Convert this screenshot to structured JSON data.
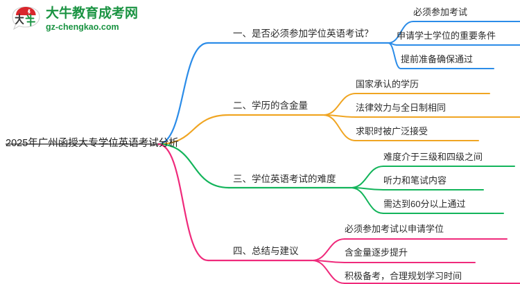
{
  "logo": {
    "mark_text": "大牛",
    "name_cn": "大牛教育成考网",
    "domain": "gz-chengkao.com",
    "brand_color": "#1a9342",
    "mark_accent": "#d9262c"
  },
  "mindmap": {
    "root": {
      "label": "2025年广州函授大专学位英语考试分析"
    },
    "branches": [
      {
        "label": "一、是否必须参加学位英语考试？",
        "color": "#2b8ce8",
        "children": [
          {
            "label": "必须参加考试"
          },
          {
            "label": "申请学士学位的重要条件"
          },
          {
            "label": "提前准备确保通过"
          }
        ]
      },
      {
        "label": "二、学历的含金量",
        "color": "#f0a522",
        "children": [
          {
            "label": "国家承认的学历"
          },
          {
            "label": "法律效力与全日制相同"
          },
          {
            "label": "求职时被广泛接受"
          }
        ]
      },
      {
        "label": "三、学位英语考试的难度",
        "color": "#12b45a",
        "children": [
          {
            "label": "难度介于三级和四级之间"
          },
          {
            "label": "听力和笔试内容"
          },
          {
            "label": "需达到60分以上通过"
          }
        ]
      },
      {
        "label": "四、总结与建议",
        "color": "#ef2a7b",
        "children": [
          {
            "label": "必须参加考试以申请学位"
          },
          {
            "label": "含金量逐步提升"
          },
          {
            "label": "积极备考，合理规划学习时间"
          }
        ]
      }
    ]
  }
}
